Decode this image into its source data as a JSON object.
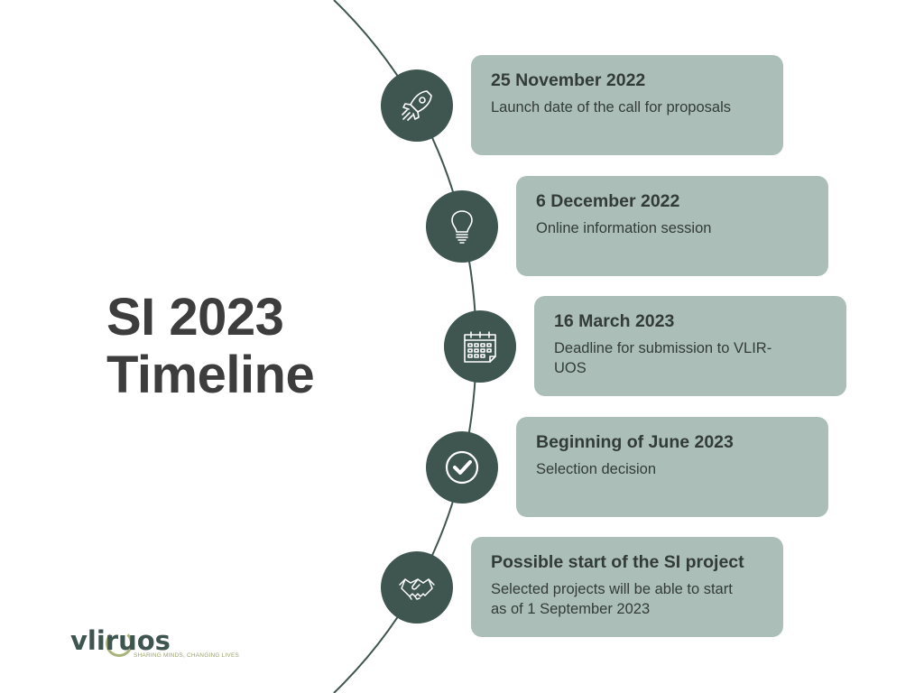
{
  "title": {
    "line1": "SI 2023",
    "line2": "Timeline"
  },
  "milestones": [
    {
      "icon": "rocket-icon",
      "date": "25 November 2022",
      "description": "Launch date of the call for proposals"
    },
    {
      "icon": "lightbulb-icon",
      "date": "6 December 2022",
      "description": "Online information session"
    },
    {
      "icon": "calendar-icon",
      "date": "16 March 2023",
      "description": "Deadline for submission to VLIR-UOS"
    },
    {
      "icon": "checkmark-icon",
      "date": "Beginning of June 2023",
      "description": "Selection decision"
    },
    {
      "icon": "handshake-icon",
      "date": "Possible start of the SI project",
      "description": "Selected projects will be able to start as of 1 September 2023"
    }
  ],
  "logo": {
    "name": "vliruos",
    "tagline": "SHARING MINDS, CHANGING LIVES"
  },
  "colors": {
    "node": "#3e5550",
    "card": "#abbfb8",
    "title": "#3d3d3d",
    "line": "#3e5550",
    "logo_accent": "#a8b37a"
  }
}
